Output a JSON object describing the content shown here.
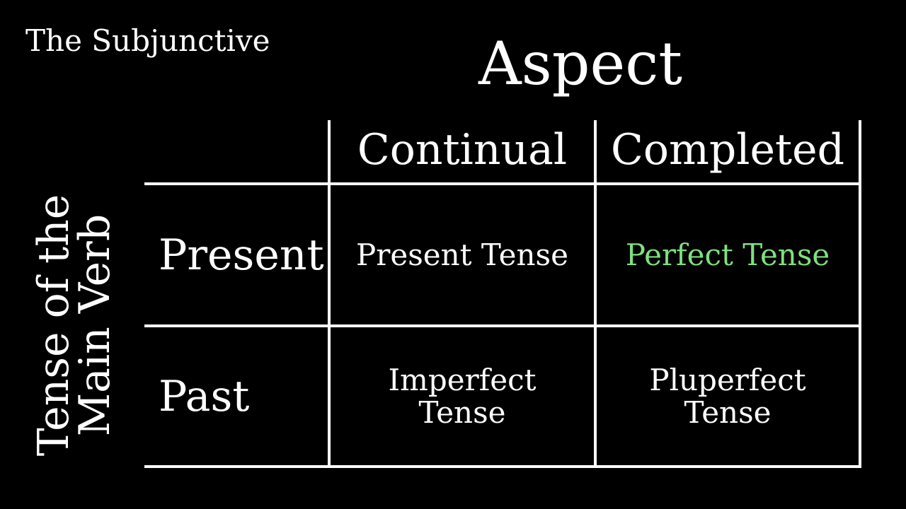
{
  "title": "The Subjunctive",
  "column_axis_label": "Aspect",
  "row_axis_label": "Tense of the\nMain Verb",
  "columns": [
    "Continual",
    "Completed"
  ],
  "rows": [
    {
      "label": "Present",
      "cells": [
        {
          "text": "Present Tense",
          "color": "#ffffff"
        },
        {
          "text": "Perfect Tense",
          "color": "#7fe07f"
        }
      ]
    },
    {
      "label": "Past",
      "cells": [
        {
          "text": "Imperfect\nTense",
          "color": "#ffffff"
        },
        {
          "text": "Pluperfect\nTense",
          "color": "#ffffff"
        }
      ]
    }
  ],
  "colors": {
    "background": "#000000",
    "text": "#ffffff",
    "highlight": "#7fe07f"
  }
}
